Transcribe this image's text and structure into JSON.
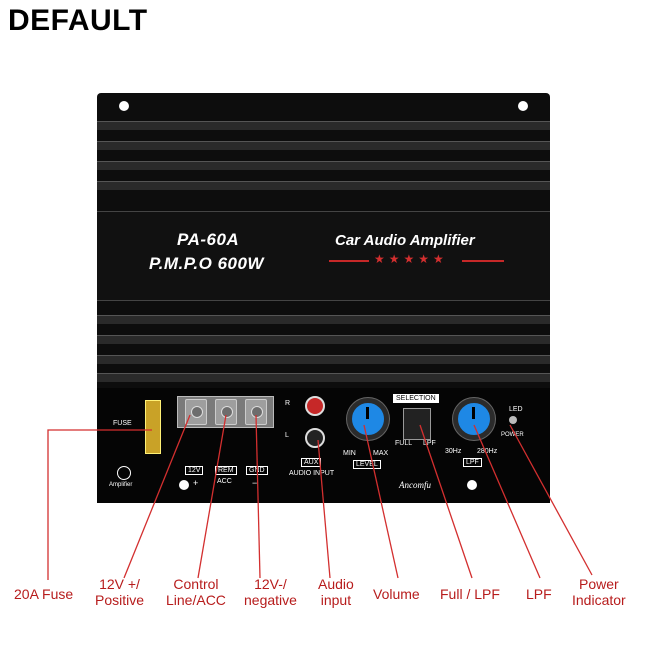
{
  "header": {
    "title": "DEFAULT"
  },
  "device": {
    "model": "PA-60A",
    "power_rating": "P.M.P.O 600W",
    "product_name": "Car Audio Amplifier",
    "stars": "★★★★★",
    "brand": "Ancomfu",
    "logo_text": "Amplifier",
    "panel": {
      "fuse_label": "FUSE",
      "terminal_12v": "12V",
      "terminal_12v_sign": "+",
      "terminal_rem": "REM",
      "terminal_rem_sub": "ACC",
      "terminal_gnd": "GND",
      "terminal_gnd_sign": "−",
      "rca_r": "R",
      "rca_l": "L",
      "aux_label": "AUX",
      "audio_input_label": "AUDIO INPUT",
      "level_min": "MIN",
      "level_max": "MAX",
      "level_label": "LEVEL",
      "selection_label": "SELECTION",
      "selection_full": "FULL",
      "selection_lpf": "LPF",
      "lpf_low": "30Hz",
      "lpf_high": "280Hz",
      "lpf_label": "LPF",
      "led_label": "LED",
      "power_label": "POWER"
    }
  },
  "annotations": {
    "fuse": "20A Fuse",
    "positive_1": "12V +/",
    "positive_2": "Positive",
    "control_1": "Control",
    "control_2": "Line/ACC",
    "negative_1": "12V-/",
    "negative_2": "negative",
    "audio_1": "Audio",
    "audio_2": "input",
    "volume": "Volume",
    "full_lpf": "Full / LPF",
    "lpf": "LPF",
    "power_1": "Power",
    "power_2": "Indicator"
  },
  "colors": {
    "annotation": "#d32f2f",
    "knob": "#1e88e5",
    "chassis": "#0d0d0d"
  }
}
